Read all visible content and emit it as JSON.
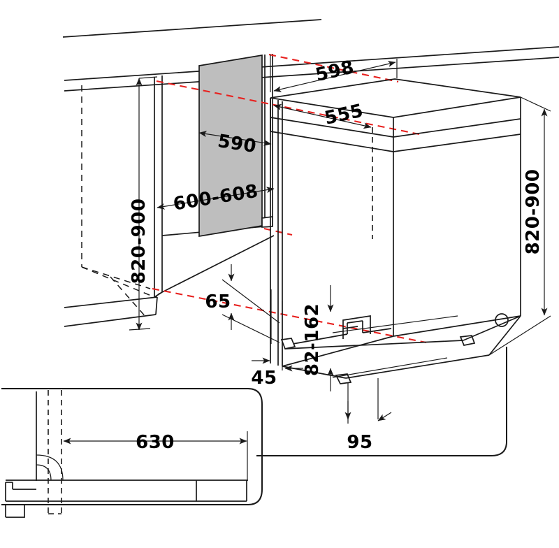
{
  "document": {
    "type": "technical-installation-drawing",
    "subject": "Built-in dishwasher niche installation dimensions",
    "units": "mm"
  },
  "dimensions": {
    "niche_height_left": "820-900",
    "niche_height_right": "820-900",
    "niche_width": "600-608",
    "panel_width": "590",
    "appliance_depth_top": "598",
    "appliance_depth_inner": "555",
    "door_clearance": "65",
    "plinth_recess": "45",
    "plinth_height_range": "82-162",
    "front_offset": "95",
    "door_open_depth": "630"
  },
  "labels": {
    "h_left": "820-900",
    "h_right": "820-900",
    "w_niche": "600-608",
    "w_panel": "590",
    "d_598": "598",
    "d_555": "555",
    "v_65": "65",
    "v_45": "45",
    "v_82_162": "82-162",
    "v_95": "95",
    "v_630": "630"
  },
  "colors": {
    "line": "#1a1a1a",
    "centerline_red": "#e8211f",
    "panel_gray": "#bebebe",
    "background": "#ffffff"
  },
  "views": {
    "main": {
      "name": "Isometric niche and appliance view"
    },
    "inset": {
      "name": "Plan detail - door swing clearance"
    }
  }
}
